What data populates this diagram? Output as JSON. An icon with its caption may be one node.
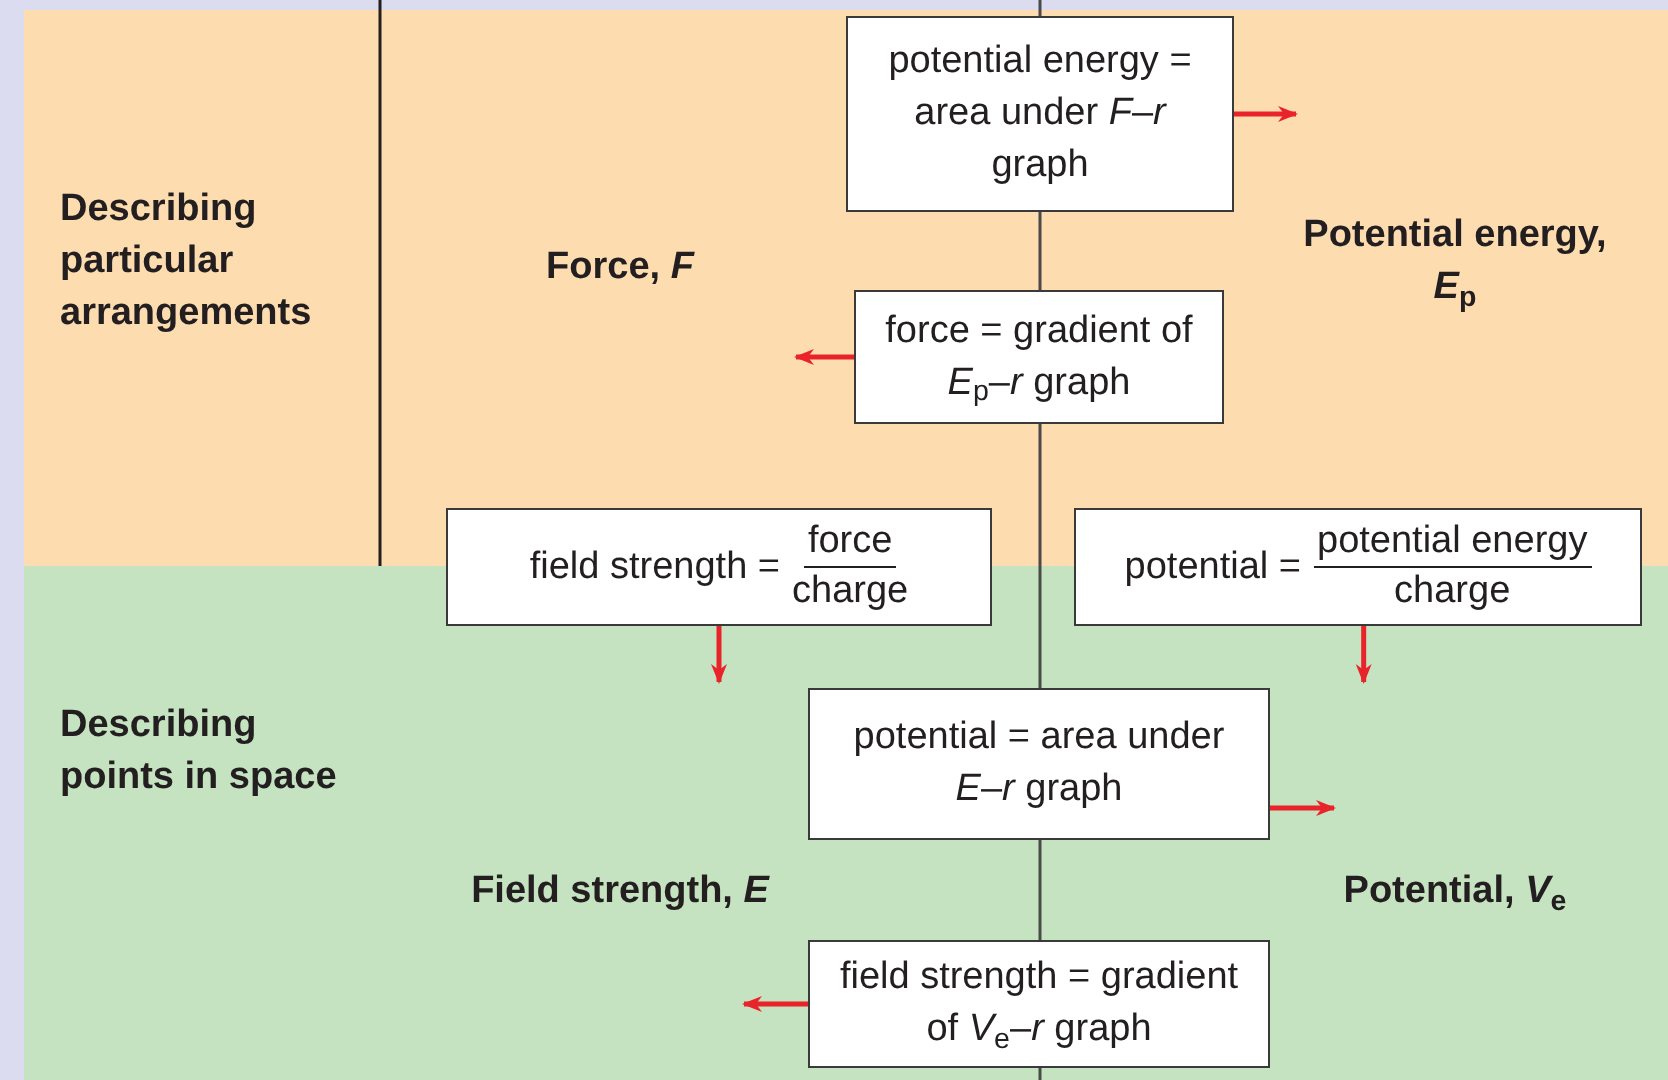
{
  "diagram": {
    "nodes": [
      {
        "text": [
          "potential energy = area under *F*–*r* graph"
        ]
      },
      {
        "text": [
          "force = gradient of *E*$_{p}$–*r* graph"
        ]
      },
      {
        "text": [
          "field strength =",
          "force",
          "charge"
        ]
      },
      {
        "text": [
          "potential =",
          "potential energy",
          "charge"
        ]
      },
      {
        "text": [
          "potential = area under *E*–*r* graph"
        ]
      },
      {
        "text": [
          "field strength = gradient of *V*$_{e}$–*r* graph"
        ]
      }
    ],
    "edges": [
      {
        "from": 0,
        "to": null,
        "arrow": "to"
      },
      {
        "from": 1,
        "to": null,
        "arrow": "to"
      },
      {
        "from": 2,
        "to": null,
        "arrow": "to"
      },
      {
        "from": 3,
        "to": null,
        "arrow": "to"
      },
      {
        "from": 4,
        "to": null,
        "arrow": "to"
      },
      {
        "from": 5,
        "to": null,
        "arrow": "to"
      }
    ],
    "labels": [
      "Describing particular arrangements",
      "Force, *F*",
      "Potential energy, *E*$_{p}$",
      "Describing points in space",
      "Field strength, *E*",
      "Potential, *V*$_{e}$"
    ]
  }
}
